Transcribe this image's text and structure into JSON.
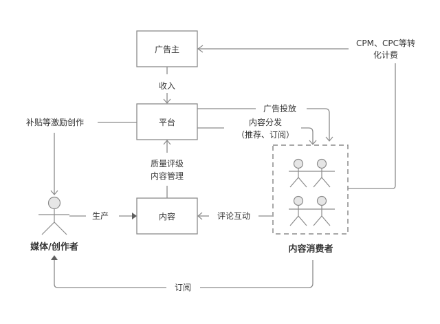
{
  "nodes": {
    "advertiser": "广告主",
    "platform": "平台",
    "content": "内容",
    "creator": "媒体/创作者",
    "consumers": "内容消费者"
  },
  "edges": {
    "income": "收入",
    "cpm_line1": "CPM、CPC等转",
    "cpm_line2": "化计费",
    "subsidy": "补贴等激励创作",
    "ad_delivery": "广告投放",
    "distribution_line1": "内容分发",
    "distribution_line2": "（推荐、订阅）",
    "quality_line1": "质量评级",
    "quality_line2": "内容管理",
    "produce": "生产",
    "comment": "评论互动",
    "subscribe": "订阅"
  },
  "colors": {
    "stroke": "#8a8a8a",
    "text": "#333333",
    "actor_head": "#e6e6e6"
  }
}
